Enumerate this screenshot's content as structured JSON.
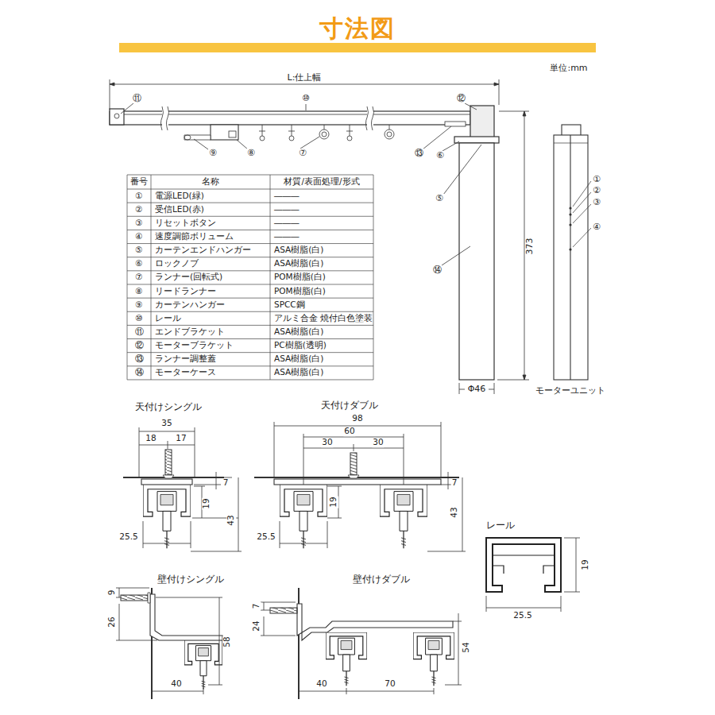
{
  "diagram": {
    "title": "寸法図",
    "labels": [
      "単位:mm",
      "L:仕上幅",
      "⑪",
      "⑩",
      "⑫",
      "⑨",
      "⑧",
      "⑦",
      "⑬",
      "⑥",
      "⑤",
      "⑭",
      "373",
      "Φ46",
      "①",
      "②",
      "③",
      "④",
      "モーターユニット",
      "番号",
      "名称",
      "材質/表面処理/形式",
      "①",
      "電源LED(緑)",
      "―――",
      "②",
      "受信LED(赤)",
      "―――",
      "③",
      "リセットボタン",
      "―――",
      "④",
      "速度調節ボリューム",
      "―――",
      "⑤",
      "カーテンエンドハンガー",
      "ASA樹脂(白)",
      "⑥",
      "ロックノブ",
      "ASA樹脂(白)",
      "⑦",
      "ランナー(回転式)",
      "POM樹脂(白)",
      "⑧",
      "リードランナー",
      "POM樹脂(白)",
      "⑨",
      "カーテンハンガー",
      "SPCC鋼",
      "⑩",
      "レール",
      "アルミ合金 焼付白色塗装",
      "⑪",
      "エンドブラケット",
      "ASA樹脂(白)",
      "⑫",
      "モーターブラケット",
      "PC樹脂(透明)",
      "⑬",
      "ランナー調整蓋",
      "ASA樹脂(白)",
      "⑭",
      "モーターケース",
      "ASA樹脂(白)",
      "天付けシングル",
      "35",
      "18",
      "17",
      "7",
      "19",
      "43",
      "25.5",
      "天付けダブル",
      "98",
      "60",
      "30",
      "30",
      "7",
      "19",
      "43",
      "25.5",
      "レール",
      "19",
      "25.5",
      "壁付けシングル",
      "9",
      "26",
      "58",
      "40",
      "壁付けダブル",
      "7",
      "24",
      "54",
      "40",
      "70"
    ]
  }
}
